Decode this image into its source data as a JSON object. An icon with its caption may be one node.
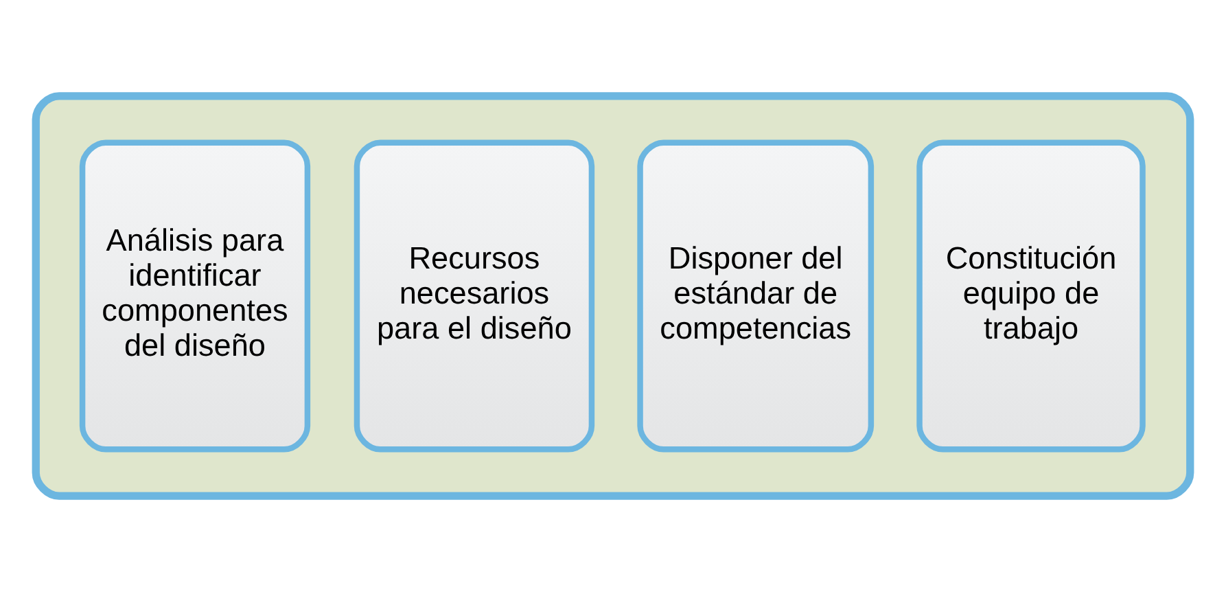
{
  "diagram": {
    "nodes": [
      {
        "text": [],
        "shape": "arrow"
      },
      {
        "text": [
          "Constitución equipo de trabajo"
        ],
        "in": 0
      },
      {
        "text": [
          "Disponer del estándar de competencias"
        ],
        "in": 0
      },
      {
        "text": [
          "Recursos necesarios para el diseño"
        ],
        "in": 0
      },
      {
        "text": [
          "Análisis para identificar componentes del diseño"
        ],
        "in": 0
      }
    ]
  }
}
